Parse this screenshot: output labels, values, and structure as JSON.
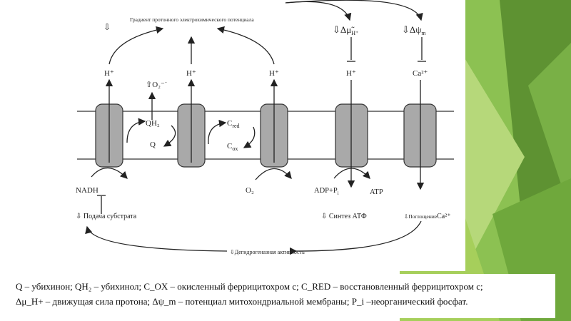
{
  "colors": {
    "green_light": "#a6cf5b",
    "green_mid": "#79b046",
    "green_dark": "#5e9232",
    "complex_fill": "#a9a9a9",
    "membrane_line": "#333333"
  },
  "top_label": "Градиент протонного электрохимического потенциала",
  "delta_mu_label": "⇩Δμ̃",
  "delta_mu_sub": "H⁺",
  "delta_psi_label": "⇩Δψ",
  "delta_psi_sub": "m",
  "proton_labels": [
    "H⁺",
    "H⁺",
    "H⁺",
    "H⁺"
  ],
  "ca_label": "Ca²⁺",
  "superoxide_label": "⇧O₂⁻˙",
  "qh2_label": "QH₂",
  "q_label": "Q",
  "cred_label": "C",
  "cred_sub": "red",
  "cox_label": "C",
  "cox_sub": "ox",
  "nadh_label": "NADH",
  "o2_label": "O₂",
  "adp_label": "ADP+P",
  "adp_sub": "i",
  "atp_label": "ATP",
  "substrate_label": "⇩ Подача субстрата",
  "atp_synthesis_label": "⇩ Синтез АТФ",
  "ca_uptake_label": "⇩Поглощение",
  "ca_uptake_ion": "Ca²⁺",
  "dehydrogenase_label": "⇩Дегидрогеназная активность",
  "down_arrow_top_left": "⇩",
  "legend": {
    "line1": "Q – убихинон; QH₂ – убихинол; C_OX – окисленный феррицитохром c; C_RED – восстановленный феррицитохром c;",
    "line2": "Δμ_H+ – движущая сила протона; Δψ_m – потенциал митохондриальной мембраны; P_i –неорганический фосфат."
  }
}
